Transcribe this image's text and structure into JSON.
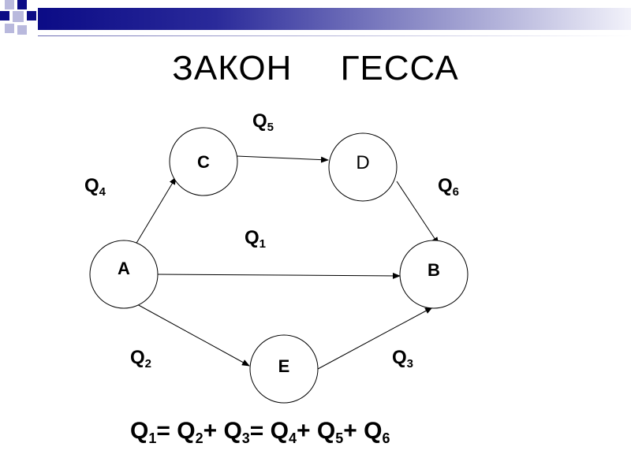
{
  "title": "ЗАКОН ГЕССА",
  "colors": {
    "accent": "#0b0b86",
    "deco_light": "#b9b9dd",
    "line": "#000000",
    "node_stroke": "#000000"
  },
  "nodes": {
    "A": "A",
    "B": "B",
    "C": "C",
    "D": "D",
    "E": "E"
  },
  "labels": {
    "q1": {
      "main": "Q",
      "sub": "1"
    },
    "q2": {
      "main": "Q",
      "sub": "2"
    },
    "q3": {
      "main": "Q",
      "sub": "3"
    },
    "q4": {
      "main": "Q",
      "sub": "4"
    },
    "q5": {
      "main": "Q",
      "sub": "5"
    },
    "q6": {
      "main": "Q",
      "sub": "6"
    }
  },
  "formula": {
    "t1": {
      "main": "Q",
      "sub": "1"
    },
    "eq1": "= ",
    "t2": {
      "main": "Q",
      "sub": "2"
    },
    "plus1": "+ ",
    "t3": {
      "main": "Q",
      "sub": "3"
    },
    "eq2": "= ",
    "t4": {
      "main": "Q",
      "sub": "4"
    },
    "plus2": "+ ",
    "t5": {
      "main": "Q",
      "sub": "5"
    },
    "plus3": "+ ",
    "t6": {
      "main": "Q",
      "sub": "6"
    }
  }
}
